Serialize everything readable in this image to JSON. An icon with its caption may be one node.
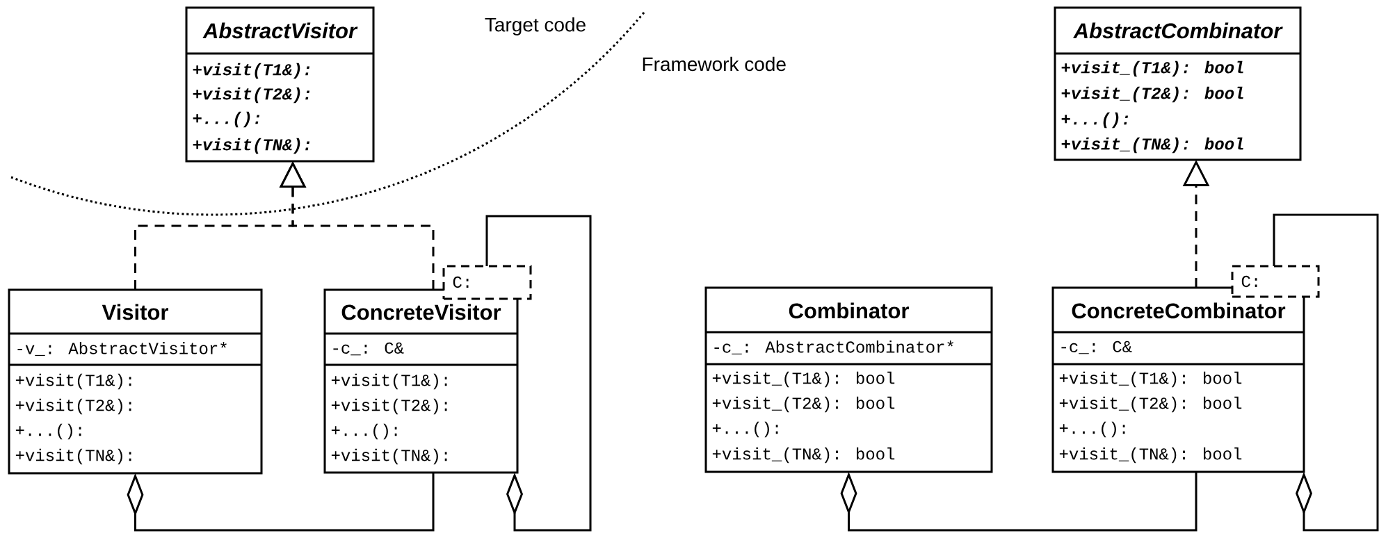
{
  "diagram": {
    "nodes": [
      {
        "text": [
          "AbstractVisitor",
          "+visit(T1&):",
          "+visit(T2&):",
          "+...():",
          "+visit(TN&):"
        ]
      },
      {
        "text": [
          "Visitor",
          "-v_: AbstractVisitor*",
          "+visit(T1&):",
          "+visit(T2&):",
          "+...():",
          "+visit(TN&):"
        ]
      },
      {
        "text": [
          "ConcreteVisitor",
          "-c_: C&",
          "+visit(T1&):",
          "+visit(T2&):",
          "+...():",
          "+visit(TN&):"
        ]
      },
      {
        "text": [
          "C:"
        ]
      },
      {
        "text": [
          "AbstractCombinator",
          "+visit_(T1&): bool",
          "+visit_(T2&): bool",
          "+...():",
          "+visit_(TN&): bool"
        ]
      },
      {
        "text": [
          "Combinator",
          "-c_: AbstractCombinator*",
          "+visit_(T1&): bool",
          "+visit_(T2&): bool",
          "+...():",
          "+visit_(TN&): bool"
        ]
      },
      {
        "text": [
          "ConcreteCombinator",
          "-c_: C&",
          "+visit_(T1&): bool",
          "+visit_(T2&): bool",
          "+...():",
          "+visit_(TN&): bool"
        ]
      },
      {
        "text": [
          "C:"
        ]
      }
    ],
    "edges": [
      {
        "from": 1,
        "to": 0,
        "arrow": "to",
        "style": "dashed"
      },
      {
        "from": 2,
        "to": 0,
        "arrow": "to",
        "style": "dashed"
      },
      {
        "from": 2,
        "to": 1,
        "arrow": "other"
      },
      {
        "from": 3,
        "to": 2,
        "arrow": "other"
      },
      {
        "from": 6,
        "to": 4,
        "arrow": "to",
        "style": "dashed"
      },
      {
        "from": 6,
        "to": 5,
        "arrow": "other"
      },
      {
        "from": 7,
        "to": 6,
        "arrow": "other"
      }
    ],
    "labels": [
      "Target code",
      "Framework code"
    ]
  }
}
